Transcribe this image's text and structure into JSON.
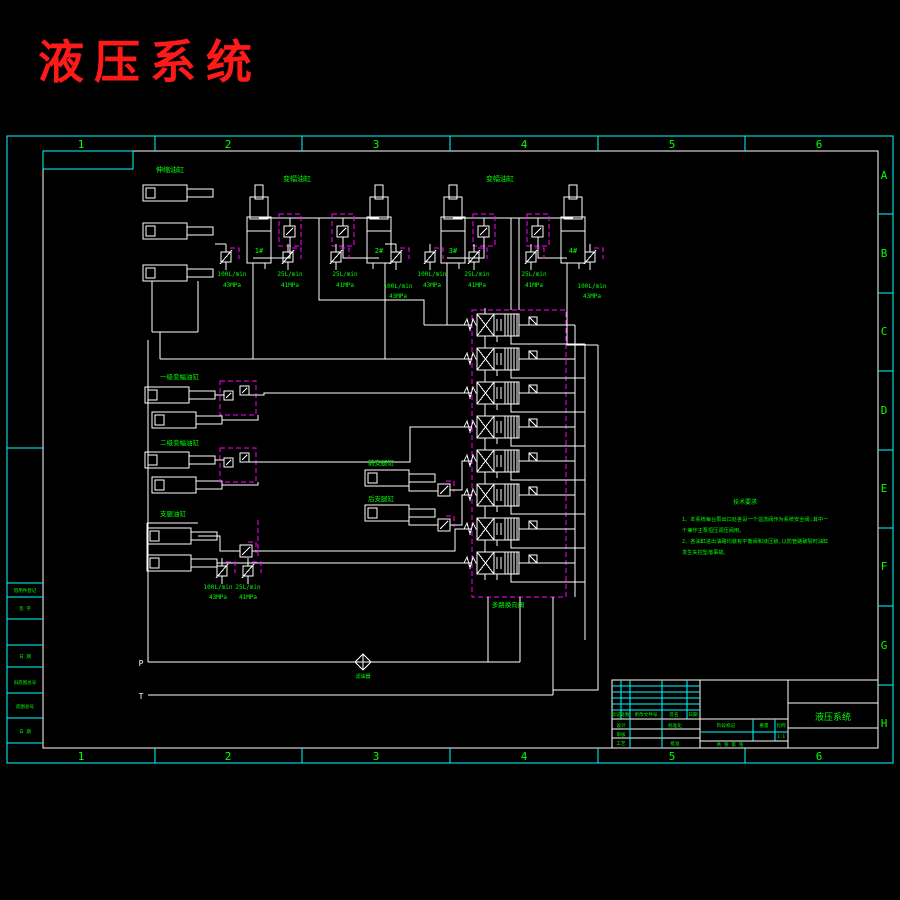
{
  "title": "液压系统",
  "zones": {
    "cols": [
      "1",
      "2",
      "3",
      "4",
      "5",
      "6"
    ],
    "rows": [
      "A",
      "B",
      "C",
      "D",
      "E",
      "F",
      "G",
      "H"
    ]
  },
  "labels": {
    "group_tl": "伸缩油缸",
    "pair_a": "变幅油缸",
    "pair_b": "变幅油缸",
    "nums": [
      "1#",
      "2#",
      "3#",
      "4#"
    ],
    "group1": "一级变幅油缸",
    "group2": "二级变幅油缸",
    "group3": "支腿油缸",
    "mid1": "前支腿缸",
    "mid2": "后支腿缸",
    "bank": "多路换向阀",
    "filter": "滤油器",
    "p": "P",
    "t": "T"
  },
  "flow": {
    "top": [
      {
        "l1": "100L/min",
        "l2": "43MPa"
      },
      {
        "l1": "25L/min",
        "l2": "41MPa"
      },
      {
        "l1": "25L/min",
        "l2": "41MPa"
      },
      {
        "l1": "100L/min",
        "l2": "43MPa"
      },
      {
        "l1": "100L/min",
        "l2": "43MPa"
      },
      {
        "l1": "25L/min",
        "l2": "41MPa"
      },
      {
        "l1": "25L/min",
        "l2": "41MPa"
      },
      {
        "l1": "100L/min",
        "l2": "43MPa"
      }
    ],
    "bottom": [
      {
        "l1": "100L/min",
        "l2": "43MPa"
      },
      {
        "l1": "25L/min",
        "l2": "41MPa"
      }
    ]
  },
  "notes": {
    "title": "技术要求",
    "lines": [
      "1、本系统每台泵出口处各设一个溢流阀作为系统安全阀,其中一",
      "个兼作主泵恒压调压阀用。",
      "2、各油缸进出油路均装有平衡阀和液压锁,以防管路破裂时油缸",
      "发生失控坠落事故。"
    ]
  },
  "title_block": {
    "header": [
      "标记",
      "处数",
      "更改文件号",
      "签名",
      "日期"
    ],
    "design": "设计",
    "standard": "标准化",
    "check": "审核",
    "craft": "工艺",
    "approve": "批准",
    "stage": "阶段标记",
    "weight": "重量",
    "scale": "比例",
    "scale_value": "1:1",
    "sheet": "共 张 第 张",
    "drawing_title": "液压系统"
  },
  "left_margin": {
    "rows": [
      "借用件登记",
      "签 字",
      "日 期",
      "旧底图总号",
      "底图总号",
      "日 期"
    ]
  },
  "colors": {
    "frame": "#00ffff",
    "line": "#ffffff",
    "label": "#00ff00",
    "dashed": "#ff00ff",
    "title": "#ff0000",
    "background": "#000000"
  }
}
